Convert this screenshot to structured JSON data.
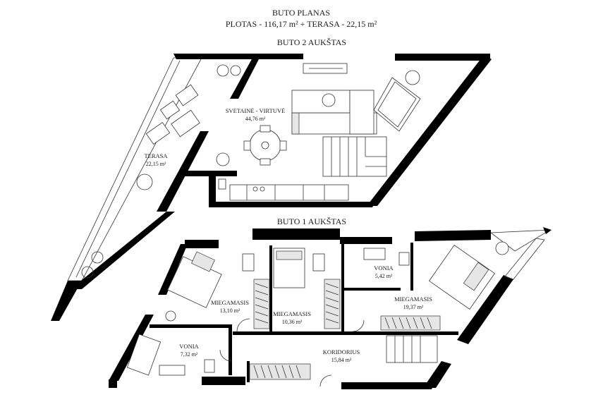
{
  "header": {
    "title": "BUTO PLANAS",
    "area_line": "PLOTAS - 116,17 m² + TERASA - 22,15 m²"
  },
  "floors": {
    "upper": {
      "title": "BUTO 2 AUKŠTAS"
    },
    "lower": {
      "title": "BUTO 1 AUKŠTAS"
    }
  },
  "rooms": {
    "living": {
      "name": "SVETAINĖ - VIRTUVĖ",
      "area": "44,76 m²"
    },
    "terrace": {
      "name": "TERASA",
      "area": "22,15 m²"
    },
    "bedroom1": {
      "name": "MIEGAMASIS",
      "area": "13,10 m²"
    },
    "bedroom2": {
      "name": "MIEGAMASIS",
      "area": "10,36 m²"
    },
    "bath1": {
      "name": "VONIA",
      "area": "5,42 m²"
    },
    "bedroom3": {
      "name": "MIEGAMASIS",
      "area": "19,37 m²"
    },
    "bath2": {
      "name": "VONIA",
      "area": "7,32 m²"
    },
    "corridor": {
      "name": "KORIDORIUS",
      "area": "15,84 m²"
    }
  },
  "icons": [
    "plant-icon",
    "sofa-icon",
    "armchair-icon",
    "dining-table-icon",
    "bed-icon",
    "desk-icon",
    "stairs-icon",
    "wardrobe-icon",
    "toilet-icon",
    "sink-icon",
    "bathtub-icon",
    "north-arrow-icon"
  ],
  "colors": {
    "wall": "#000000",
    "line": "#333333",
    "furniture_fill": "#e6e6e6"
  }
}
